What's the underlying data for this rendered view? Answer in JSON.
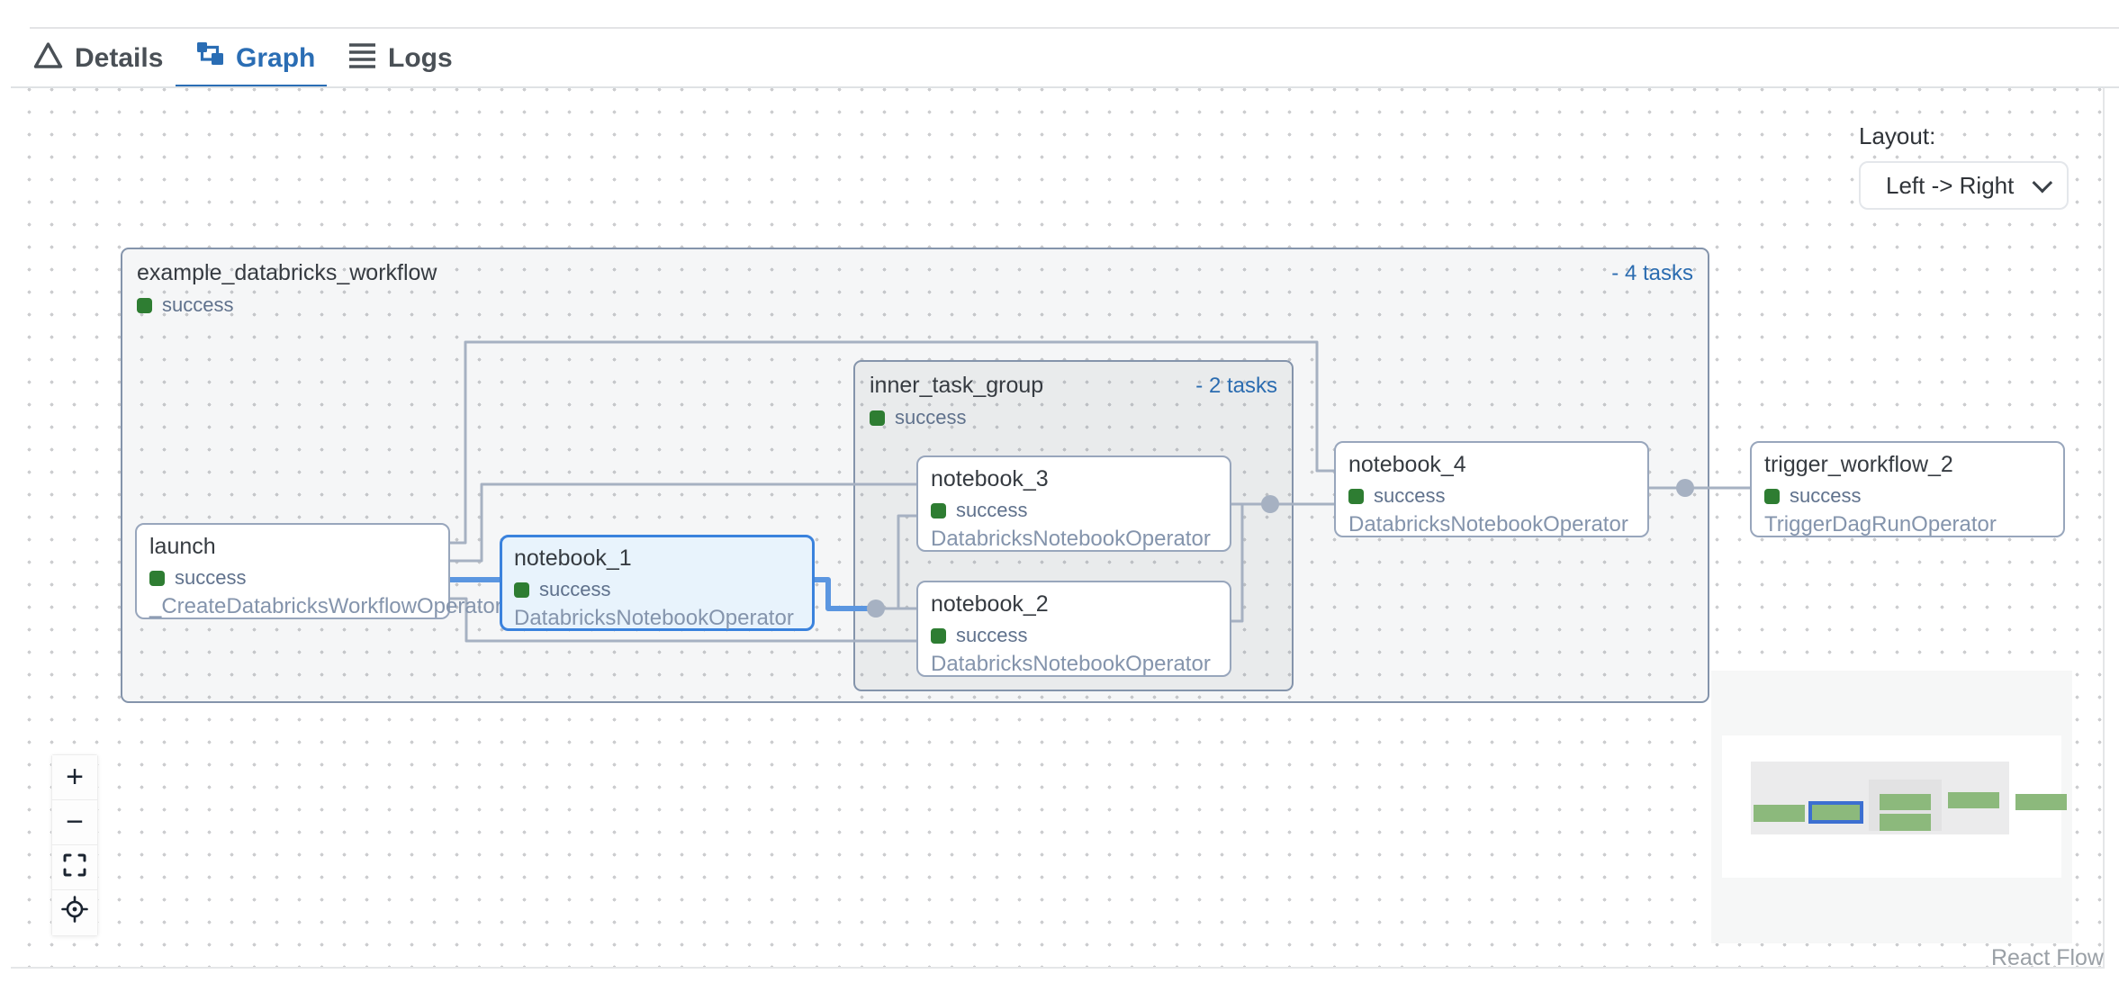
{
  "tabs": {
    "details": {
      "label": "Details",
      "icon": "warning-triangle-icon",
      "active": false
    },
    "graph": {
      "label": "Graph",
      "icon": "graph-icon",
      "active": true
    },
    "logs": {
      "label": "Logs",
      "icon": "list-icon",
      "active": false
    }
  },
  "layout_control": {
    "label": "Layout:",
    "selected": "Left -> Right",
    "icon": "chevron-down-icon"
  },
  "task_groups": {
    "outer": {
      "title": "example_databricks_workflow",
      "status": "success",
      "tasks_toggle": "- 4 tasks"
    },
    "inner": {
      "title": "inner_task_group",
      "status": "success",
      "tasks_toggle": "- 2 tasks"
    }
  },
  "tasks": {
    "launch": {
      "title": "launch",
      "status": "success",
      "operator": "_CreateDatabricksWorkflowOperator",
      "selected": false
    },
    "notebook_1": {
      "title": "notebook_1",
      "status": "success",
      "operator": "DatabricksNotebookOperator",
      "selected": true
    },
    "notebook_2": {
      "title": "notebook_2",
      "status": "success",
      "operator": "DatabricksNotebookOperator",
      "selected": false
    },
    "notebook_3": {
      "title": "notebook_3",
      "status": "success",
      "operator": "DatabricksNotebookOperator",
      "selected": false
    },
    "notebook_4": {
      "title": "notebook_4",
      "status": "success",
      "operator": "DatabricksNotebookOperator",
      "selected": false
    },
    "trigger_workflow_2": {
      "title": "trigger_workflow_2",
      "status": "success",
      "operator": "TriggerDagRunOperator",
      "selected": false
    }
  },
  "edges": [
    {
      "source": "launch",
      "target": "notebook_1",
      "selected": true
    },
    {
      "source": "launch",
      "target": "notebook_3",
      "selected": false
    },
    {
      "source": "launch",
      "target": "notebook_2",
      "selected": false
    },
    {
      "source": "launch",
      "target": "notebook_4",
      "selected": false
    },
    {
      "source": "notebook_1",
      "target": "notebook_3",
      "selected": false
    },
    {
      "source": "notebook_1",
      "target": "notebook_2",
      "selected": false
    },
    {
      "source": "notebook_3",
      "target": "notebook_4",
      "selected": false
    },
    {
      "source": "notebook_2",
      "target": "notebook_4",
      "selected": false
    },
    {
      "source": "notebook_4",
      "target": "trigger_workflow_2",
      "selected": false
    }
  ],
  "controls": {
    "zoom_in_label": "+",
    "zoom_out_label": "−",
    "fit_view_icon": "fit-view-icon",
    "focus_icon": "focus-crosshair-icon"
  },
  "attribution": {
    "label": "React Flow"
  },
  "colors": {
    "success_green": "#2e7d32",
    "accent_blue": "#2b6cb0",
    "tab_active_blue": "#2a6db4",
    "selected_node_border": "#3a82dd",
    "selected_node_bg": "#e8f3fc",
    "edge_gray": "#a6b1c2",
    "selected_edge_blue": "#5b96e0",
    "node_border": "#98a6bc",
    "group_border": "#8494ab"
  }
}
